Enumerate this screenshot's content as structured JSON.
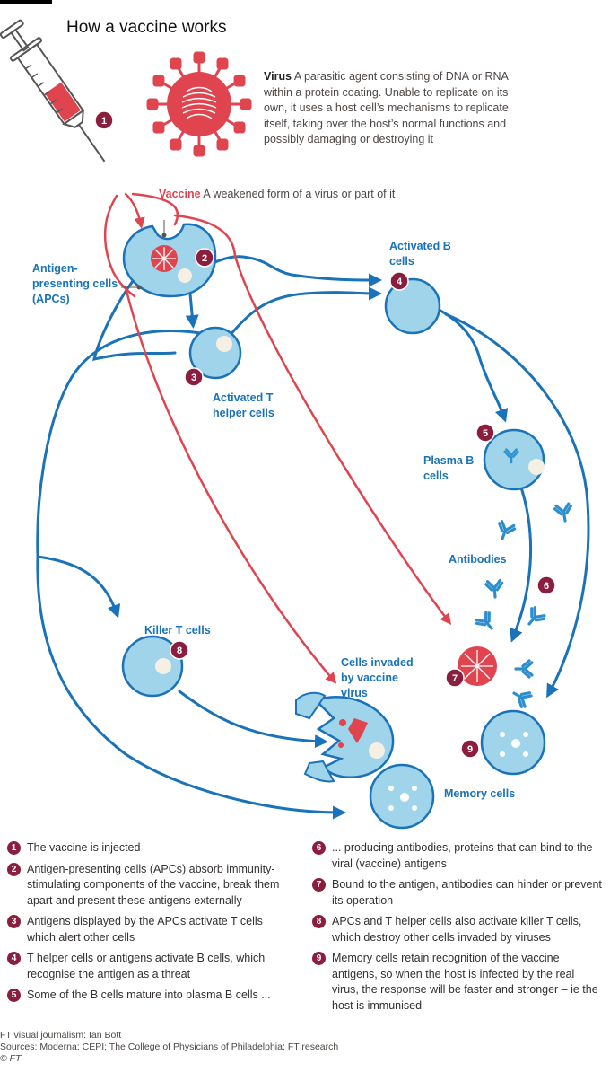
{
  "title": "How a vaccine works",
  "virus_text": {
    "term": "Virus",
    "description": "A parasitic agent consisting of DNA or RNA within a protein coating. Unable to replicate on its own, it uses a host cell’s mechanisms to replicate itself, taking over the host’s normal functions and possibly damaging or destroying it"
  },
  "vaccine_text": {
    "term": "Vaccine",
    "description": "A weakened form of a virus or part of it"
  },
  "labels": {
    "apc": "Antigen-presenting cells (APCs)",
    "activated_b": "Activated B cells",
    "activated_t": "Activated T helper cells",
    "plasma_b": "Plasma B cells",
    "antibodies": "Antibodies",
    "killer_t": "Killer T cells",
    "invaded": "Cells invaded by vaccine virus",
    "memory": "Memory cells"
  },
  "steps": [
    {
      "num": "1",
      "text": "The vaccine is injected"
    },
    {
      "num": "2",
      "text": "Antigen-presenting cells (APCs) absorb immunity-stimulating components of the vaccine, break them apart and present these antigens externally"
    },
    {
      "num": "3",
      "text": "Antigens displayed by the APCs activate T cells which alert other cells"
    },
    {
      "num": "4",
      "text": "T helper cells or antigens activate B cells, which recognise the antigen as a threat"
    },
    {
      "num": "5",
      "text": "Some of the B cells mature into plasma B cells ..."
    },
    {
      "num": "6",
      "text": "... producing antibodies, proteins that can bind to the viral (vaccine) antigens"
    },
    {
      "num": "7",
      "text": "Bound to the antigen, antibodies can hinder or prevent its operation"
    },
    {
      "num": "8",
      "text": "APCs and T helper cells also activate killer T cells, which destroy other cells invaded by viruses"
    },
    {
      "num": "9",
      "text": "Memory cells retain recognition of the vaccine antigens, so when the host is infected by the real virus, the response will be faster and stronger – ie the host is immunised"
    }
  ],
  "credits": {
    "journalism": "FT visual journalism: Ian Bott",
    "sources": "Sources: Moderna; CEPI; The College of Physicians of Philadelphia; FT research",
    "copyright": "© FT"
  },
  "colors": {
    "blue": "#1a73b8",
    "cell": "#9fd4ea",
    "red": "#e0454f",
    "badge": "#8b1e3f"
  }
}
